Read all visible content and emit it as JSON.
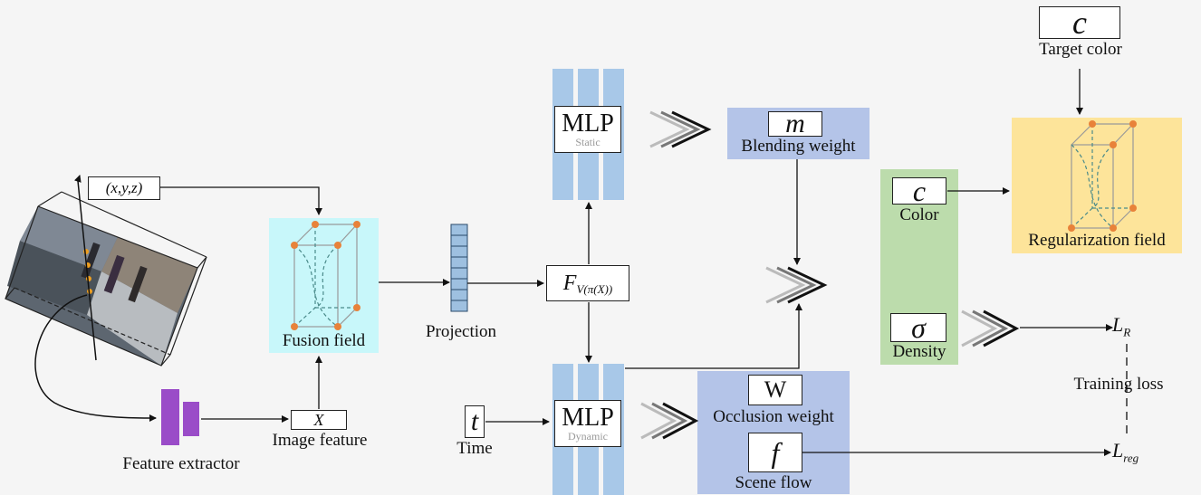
{
  "input": {
    "coord_label": "(x,y,z)"
  },
  "feature_extractor": {
    "label": "Feature extractor"
  },
  "image_feature": {
    "symbol": "X",
    "label": "Image feature"
  },
  "fusion": {
    "label": "Fusion field"
  },
  "projection": {
    "label": "Projection"
  },
  "fv": {
    "main": "F",
    "sub": "V(π(X))"
  },
  "mlp_static": {
    "title": "MLP",
    "subtitle": "Static"
  },
  "mlp_dynamic": {
    "title": "MLP",
    "subtitle": "Dynamic"
  },
  "time": {
    "symbol": "t",
    "label": "Time"
  },
  "blending": {
    "symbol": "m",
    "label": "Blending weight"
  },
  "occlusion": {
    "symbol": "W",
    "label": "Occlusion weight"
  },
  "sceneflow": {
    "symbol": "f",
    "label": "Scene flow"
  },
  "color": {
    "symbol": "c",
    "label": "Color"
  },
  "density": {
    "symbol": "σ",
    "label": "Density"
  },
  "target": {
    "symbol": "c",
    "label": "Target color"
  },
  "regularization": {
    "label": "Regularization field"
  },
  "loss": {
    "lr_main": "L",
    "lr_sub": "R",
    "lreg_main": "L",
    "lreg_sub": "reg",
    "training_label": "Training loss"
  },
  "colors": {
    "cyan_panel": "#c8f7fa",
    "mlp_blue": "#a8c8e8",
    "lavender": "#b4c4e8",
    "green": "#bcdcac",
    "yellow": "#fde49a",
    "purple": "#9a4cc8",
    "orange_dot": "#e8823a"
  }
}
